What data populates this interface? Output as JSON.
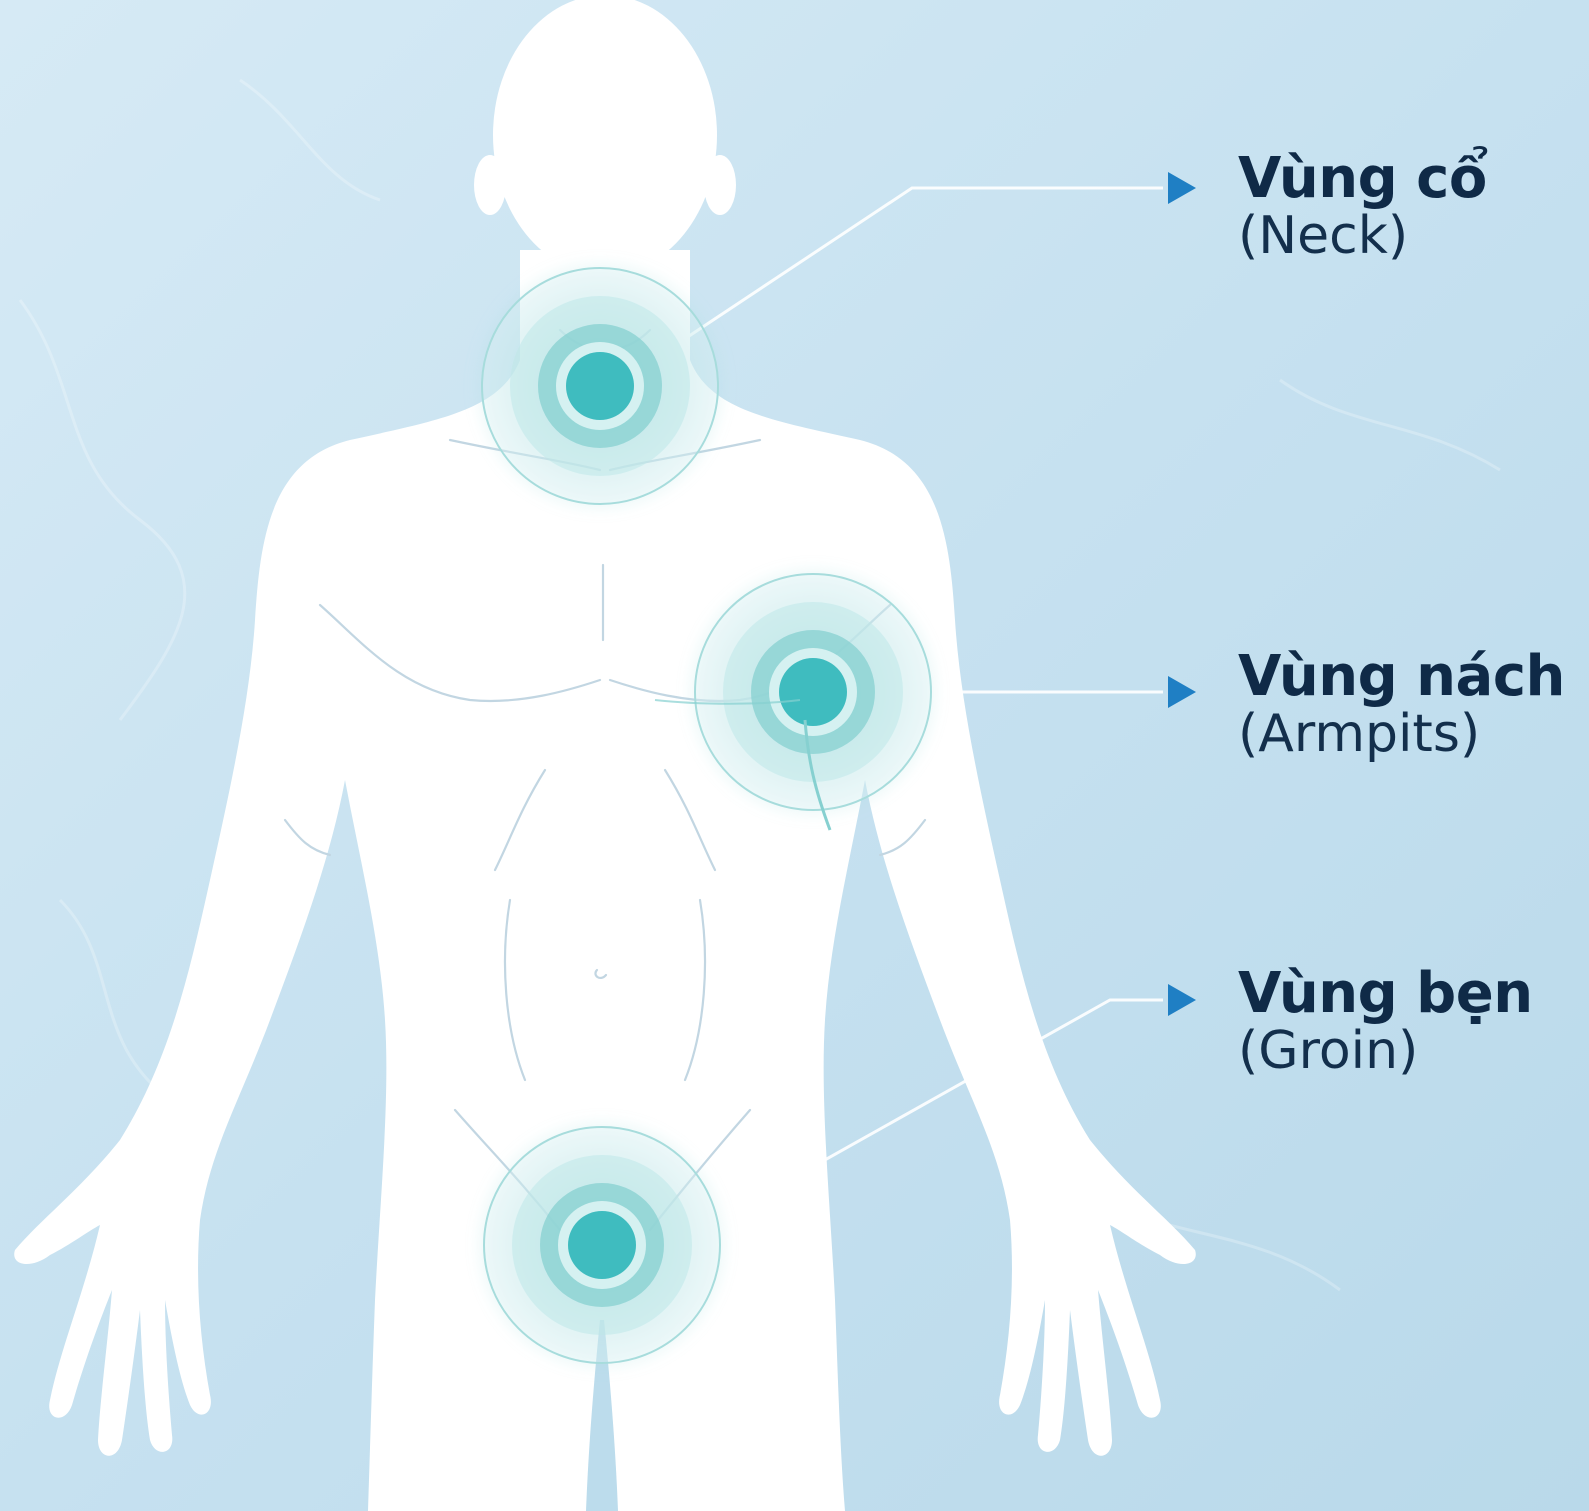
{
  "colors": {
    "background_light": "#d8ecf6",
    "background_dark": "#b4d7ea",
    "body_fill": "#ffffff",
    "body_line": "#c2d6e2",
    "node_core": "#3fbcbf",
    "node_glow": "#77cfcf",
    "leader_line": "#ffffff",
    "arrow": "#1f7fc4",
    "label_text": "#0f2a47"
  },
  "regions": [
    {
      "id": "neck",
      "name_vi": "Vùng cổ",
      "name_en": "(Neck)",
      "icon": "lymph-node-pulse-icon"
    },
    {
      "id": "armpit",
      "name_vi": "Vùng nách",
      "name_en": "(Armpits)",
      "icon": "lymph-node-pulse-icon"
    },
    {
      "id": "groin",
      "name_vi": "Vùng bẹn",
      "name_en": "(Groin)",
      "icon": "lymph-node-pulse-icon"
    }
  ]
}
